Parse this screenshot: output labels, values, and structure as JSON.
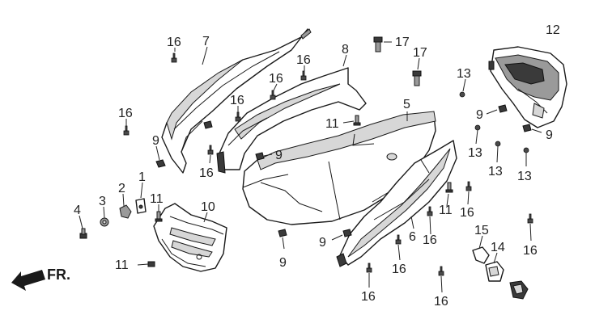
{
  "diagram": {
    "callouts": {
      "c1": "1",
      "c2": "2",
      "c3": "3",
      "c4": "4",
      "c5": "5",
      "c6": "6",
      "c7": "7",
      "c8": "8",
      "c9": "9",
      "c10": "10",
      "c11": "11",
      "c12": "12",
      "c13": "13",
      "c14": "14",
      "c15": "15",
      "c16": "16",
      "c17": "17"
    },
    "front_indicator": "FR."
  }
}
